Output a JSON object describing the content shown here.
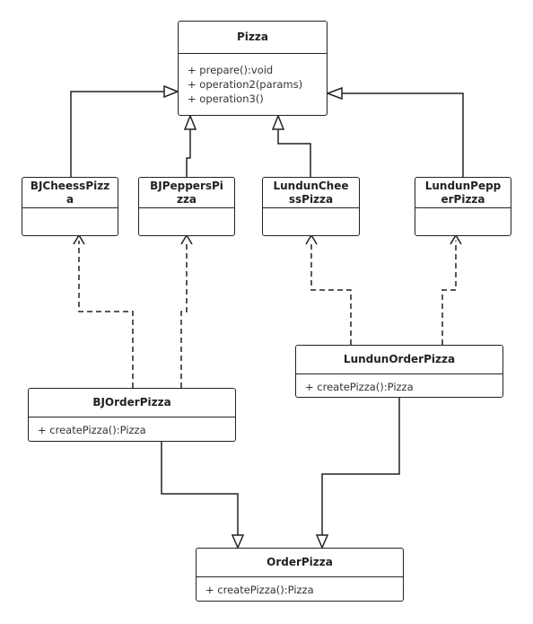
{
  "classes": {
    "pizza": {
      "name": "Pizza",
      "members": [
        "+ prepare():void",
        "+ operation2(params)",
        "+ operation3()"
      ]
    },
    "bj_cheess": {
      "name_lines": [
        "BJCheessPizz",
        "a"
      ]
    },
    "bj_peppers": {
      "name_lines": [
        "BJPeppersPi",
        "zza"
      ]
    },
    "lundun_cheess": {
      "name_lines": [
        "LundunChee",
        "ssPizza"
      ]
    },
    "lundun_pepper": {
      "name_lines": [
        "LundunPepp",
        "erPizza"
      ]
    },
    "bj_order": {
      "name": "BJOrderPizza",
      "members": [
        "+ createPizza():Pizza"
      ]
    },
    "lundun_order": {
      "name": "LundunOrderPizza",
      "members": [
        "+ createPizza():Pizza"
      ]
    },
    "order": {
      "name": "OrderPizza",
      "members": [
        "+ createPizza():Pizza"
      ]
    }
  },
  "relations": [
    {
      "type": "inheritance",
      "from": "BJCheessPizza",
      "to": "Pizza"
    },
    {
      "type": "inheritance",
      "from": "BJPeppersPizza",
      "to": "Pizza"
    },
    {
      "type": "inheritance",
      "from": "LundunCheessPizza",
      "to": "Pizza"
    },
    {
      "type": "inheritance",
      "from": "LundunPepperPizza",
      "to": "Pizza"
    },
    {
      "type": "dependency",
      "from": "BJOrderPizza",
      "to": "BJCheessPizza"
    },
    {
      "type": "dependency",
      "from": "BJOrderPizza",
      "to": "BJPeppersPizza"
    },
    {
      "type": "dependency",
      "from": "LundunOrderPizza",
      "to": "LundunCheessPizza"
    },
    {
      "type": "dependency",
      "from": "LundunOrderPizza",
      "to": "LundunPepperPizza"
    },
    {
      "type": "inheritance",
      "from": "BJOrderPizza",
      "to": "OrderPizza"
    },
    {
      "type": "inheritance",
      "from": "LundunOrderPizza",
      "to": "OrderPizza"
    }
  ]
}
